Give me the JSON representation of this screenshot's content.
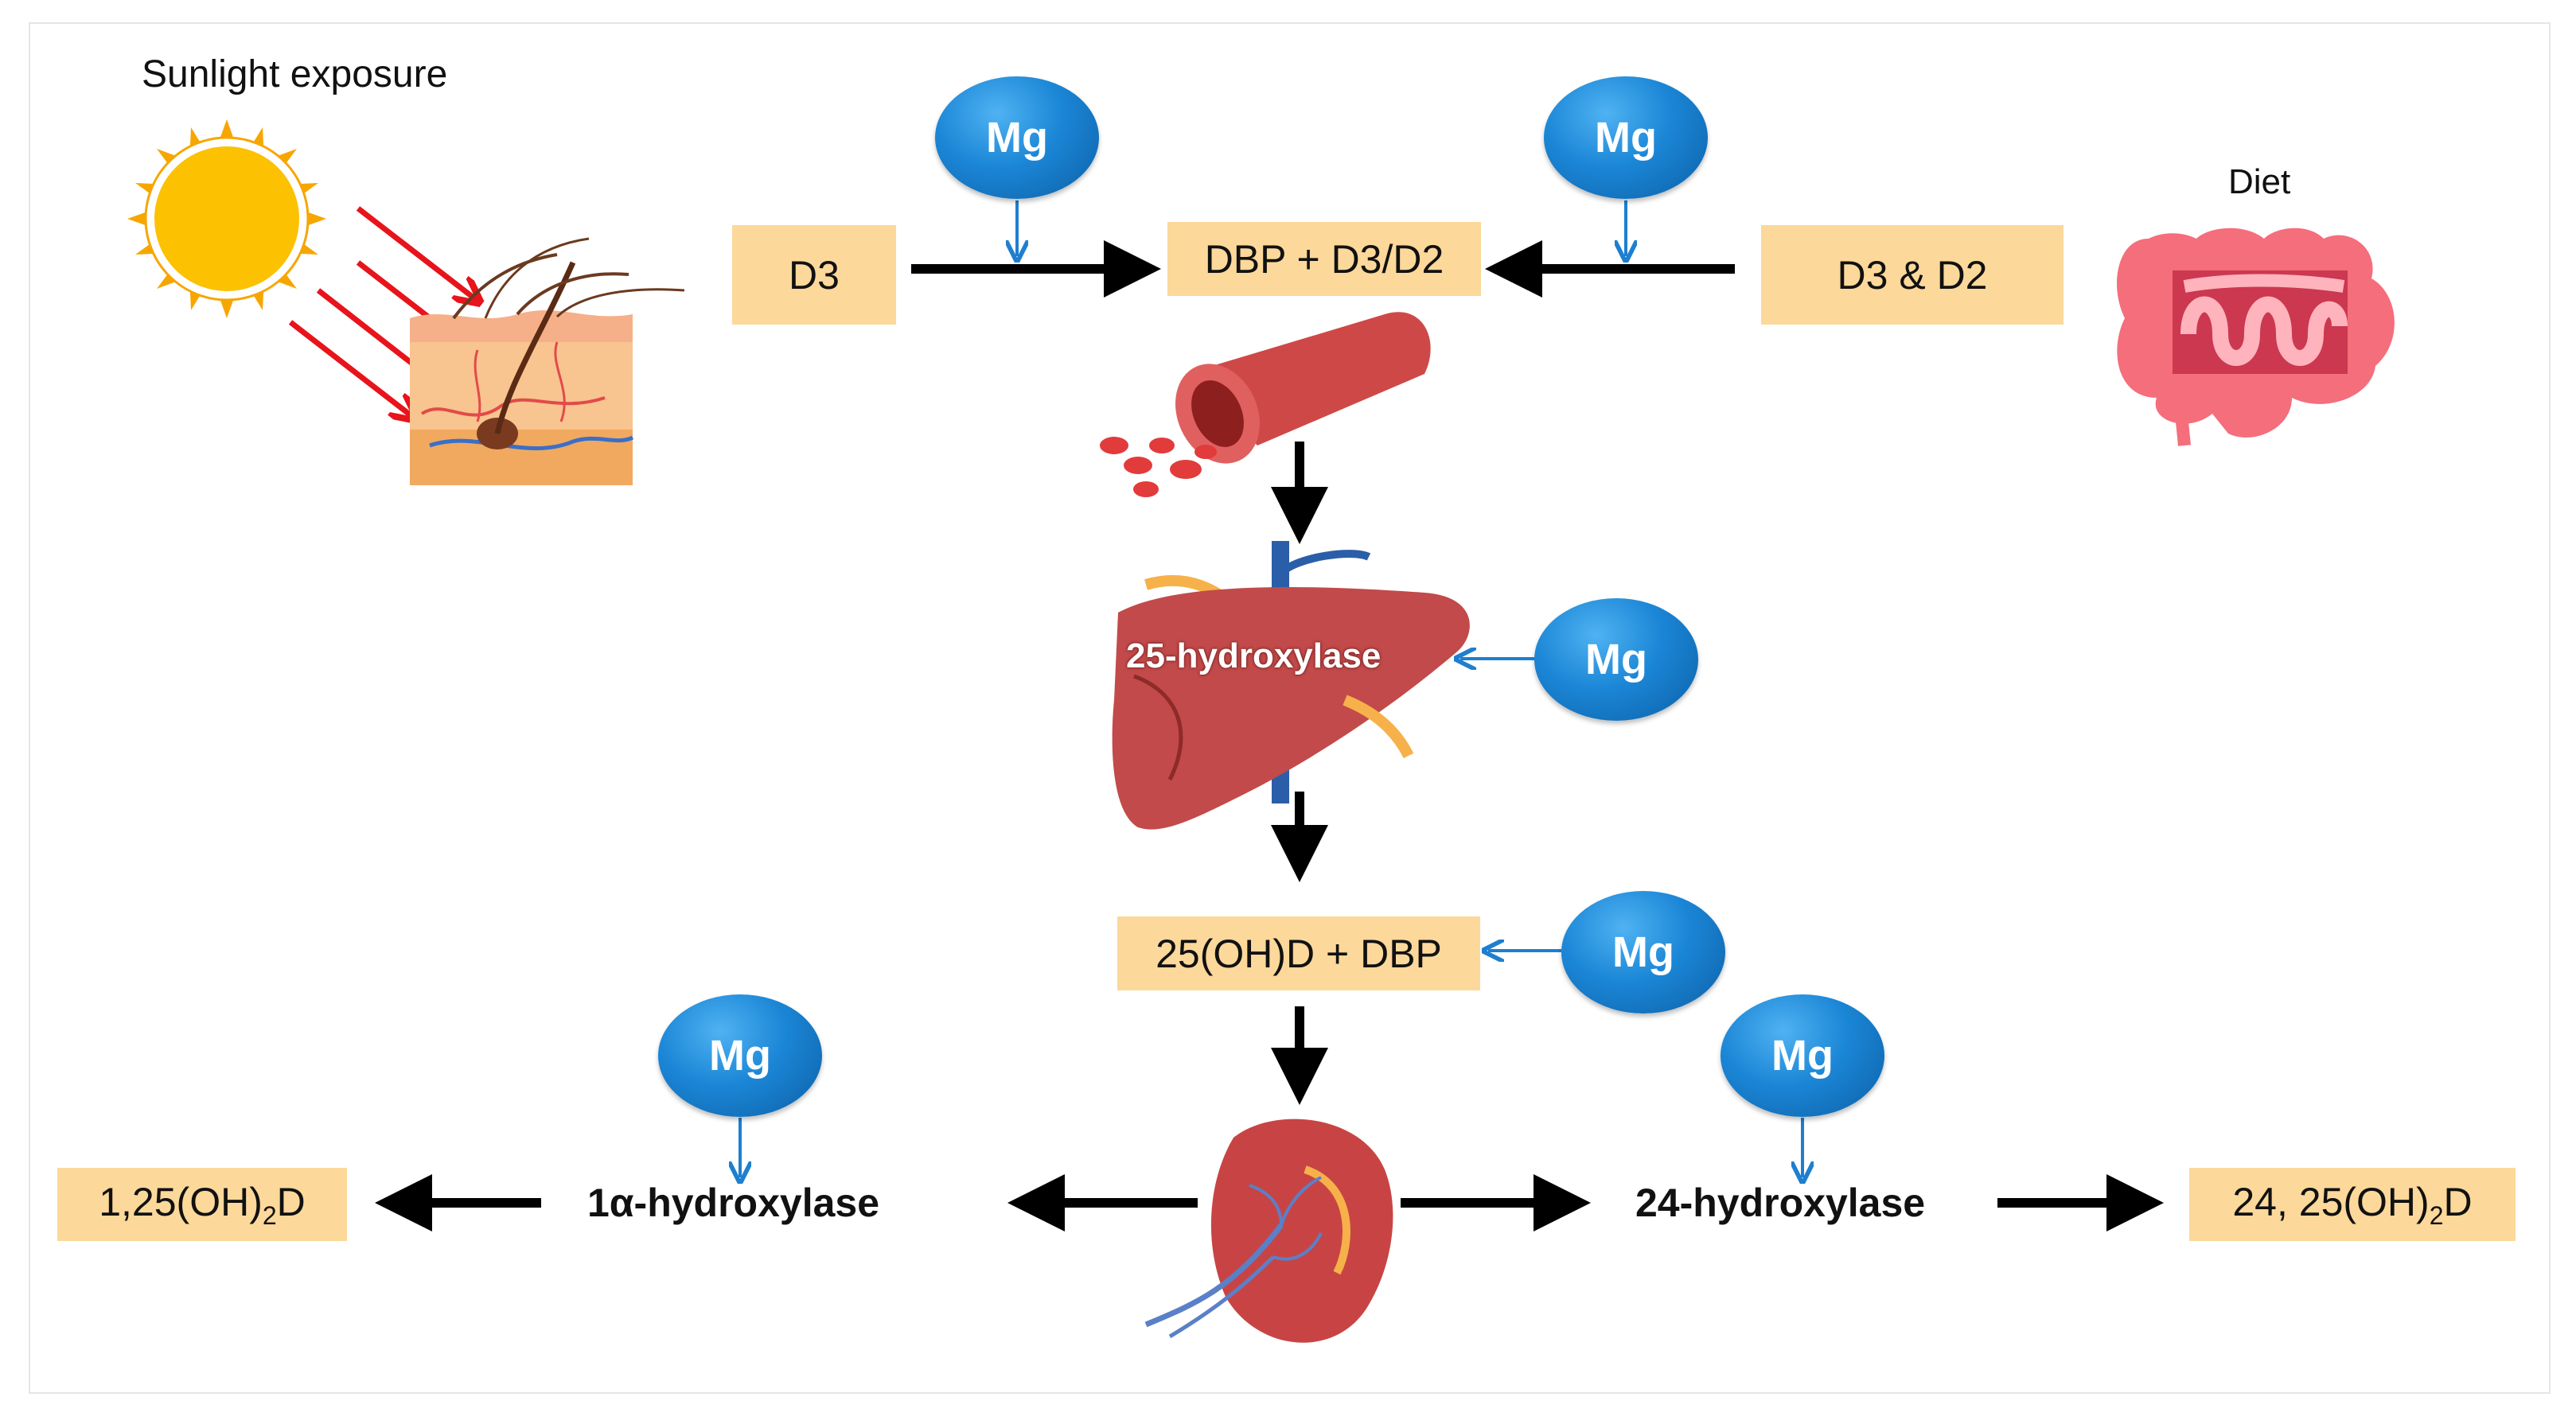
{
  "labels": {
    "sunlight": "Sunlight exposure",
    "diet": "Diet",
    "d3": "D3",
    "dbp_d3d2": "DBP + D3/D2",
    "d3_d2": "D3 & D2",
    "hydroxylase25": "25-hydroxylase",
    "ohd_dbp": "25(OH)D + DBP",
    "hydroxylase1a": "1α-hydroxylase",
    "hydroxylase24": "24-hydroxylase",
    "product_left_pre": "1,25(OH)",
    "product_left_sub": "2",
    "product_left_post": "D",
    "product_right_pre": "24, 25(OH)",
    "product_right_sub": "2",
    "product_right_post": "D"
  },
  "mg_label": "Mg",
  "colors": {
    "box_fill": "#fcd89a",
    "mg_fill": "#1b86d6",
    "arrow_black": "#000000",
    "arrow_blue": "#1e7fd0",
    "sun": "#fcc100",
    "sun_rays": "#f7a600",
    "sun_arrows": "#e8141b",
    "organ_red": "#cf4848",
    "liver_red": "#c24a4a",
    "kidney_red": "#c84444",
    "vessel_blue": "#2b5ea8",
    "fat_orange": "#f7b14a",
    "intestine_pink": "#f46e7c"
  },
  "icons": [
    "sun-icon",
    "skin-icon",
    "intestine-icon",
    "blood-vessel-icon",
    "liver-icon",
    "kidney-icon"
  ]
}
